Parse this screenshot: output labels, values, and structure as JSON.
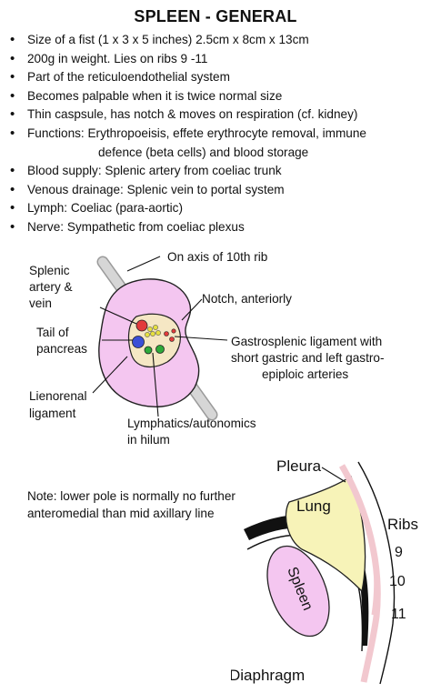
{
  "title": "SPLEEN - GENERAL",
  "bullets": [
    "Size of a fist (1 x 3 x 5 inches) 2.5cm x 8cm x 13cm",
    "200g in weight. Lies on ribs 9 -11",
    "Part of the reticuloendothelial system",
    "Becomes palpable when it is twice normal size",
    "Thin caspsule, has notch & moves on respiration (cf. kidney)",
    "Functions: Erythropoeisis, effete erythrocyte removal, immune",
    "defence (beta cells) and blood storage",
    "Blood supply: Splenic artery from coeliac trunk",
    "Venous drainage: Splenic vein to portal system",
    "Lymph: Coeliac (para-aortic)",
    "Nerve: Sympathetic from coeliac plexus"
  ],
  "hilum_diagram": {
    "axis_label": "On axis of 10th rib",
    "splenic_vessels": [
      "Splenic",
      "artery &",
      "vein"
    ],
    "notch_label": "Notch, anteriorly",
    "tail_of_pancreas": [
      "Tail of",
      "pancreas"
    ],
    "gastrosplenic": [
      "Gastrosplenic ligament with",
      "short gastric and left gastro-",
      "epiploic arteries"
    ],
    "lienorenal": [
      "Lienorenal",
      "ligament"
    ],
    "lymphatics": [
      "Lymphatics/autonomics",
      "in hilum"
    ]
  },
  "note": "Note: lower pole is normally no further anteromedial than mid axillary line",
  "section_diagram": {
    "pleura": "Pleura",
    "lung": "Lung",
    "ribs": "Ribs",
    "rib_numbers": [
      "9",
      "10",
      "11"
    ],
    "spleen": "Spleen",
    "diaphragm": "Diaphragm"
  },
  "colors": {
    "spleen_fill": "#f4c6f0",
    "hilum_fill": "#f5e7c4",
    "lung_fill": "#f7f3b8",
    "pleura_stripe": "#f2c8cf",
    "axis_rod": "#cfcfcf",
    "artery": "#e23b3b",
    "vein": "#3b4fd6",
    "lymphatic": "#2eaa3a",
    "nerve": "#e6e040"
  }
}
